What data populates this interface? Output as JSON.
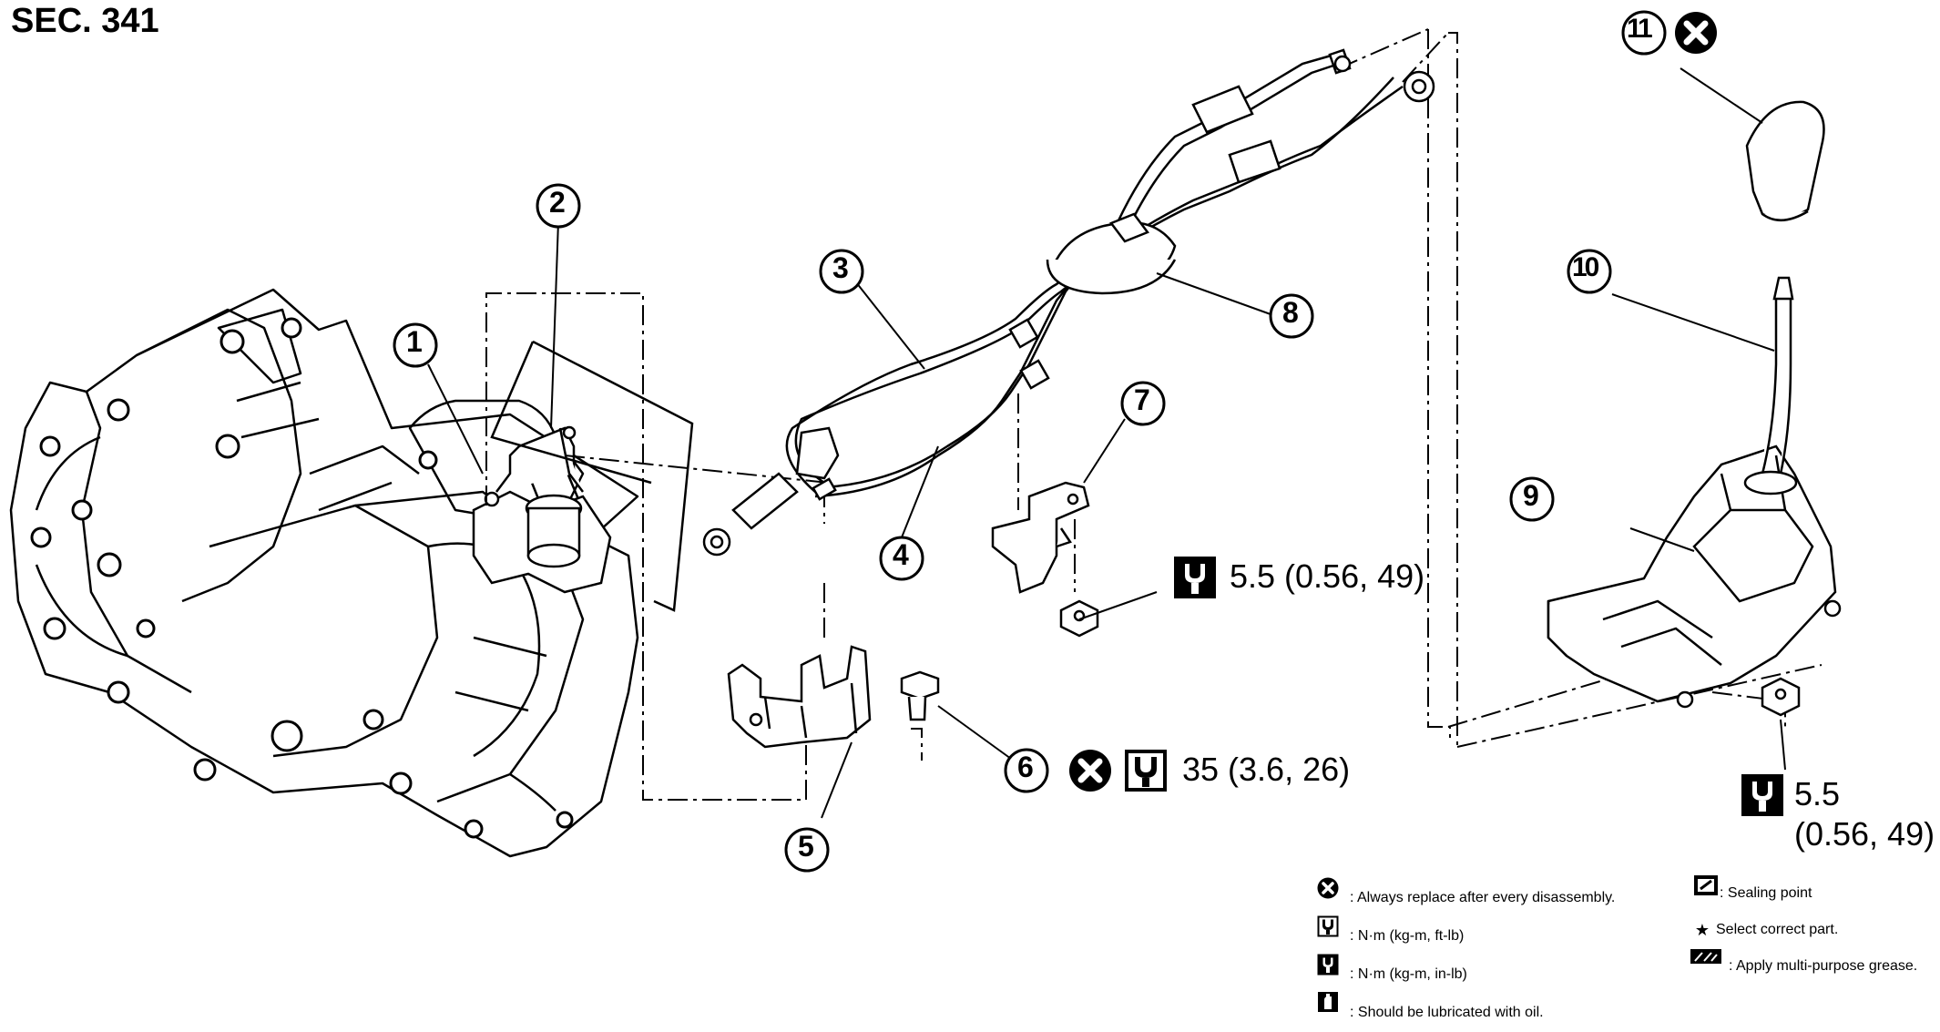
{
  "section_title": "SEC. 341",
  "part_numbers": [
    "1",
    "2",
    "3",
    "4",
    "5",
    "6",
    "7",
    "8",
    "9",
    "10",
    "11"
  ],
  "torques": {
    "t5": "5.5 (0.56, 49)",
    "t6": "35 (3.6, 26)",
    "t9_line1": "5.5",
    "t9_line2": "(0.56, 49)"
  },
  "legend": {
    "replace": ": Always replace after every disassembly.",
    "nm_ftlb": ": N·m (kg-m, ft-lb)",
    "nm_inlb": ": N·m (kg-m, in-lb)",
    "oil": ": Should be lubricated with oil.",
    "sealing": ": Sealing point",
    "select": "Select correct part.",
    "grease": ": Apply multi-purpose grease."
  },
  "icons": [
    "replace-icon",
    "torque-ftlb-icon",
    "torque-inlb-icon",
    "oil-can-icon",
    "sealing-icon",
    "star-icon",
    "grease-icon"
  ]
}
